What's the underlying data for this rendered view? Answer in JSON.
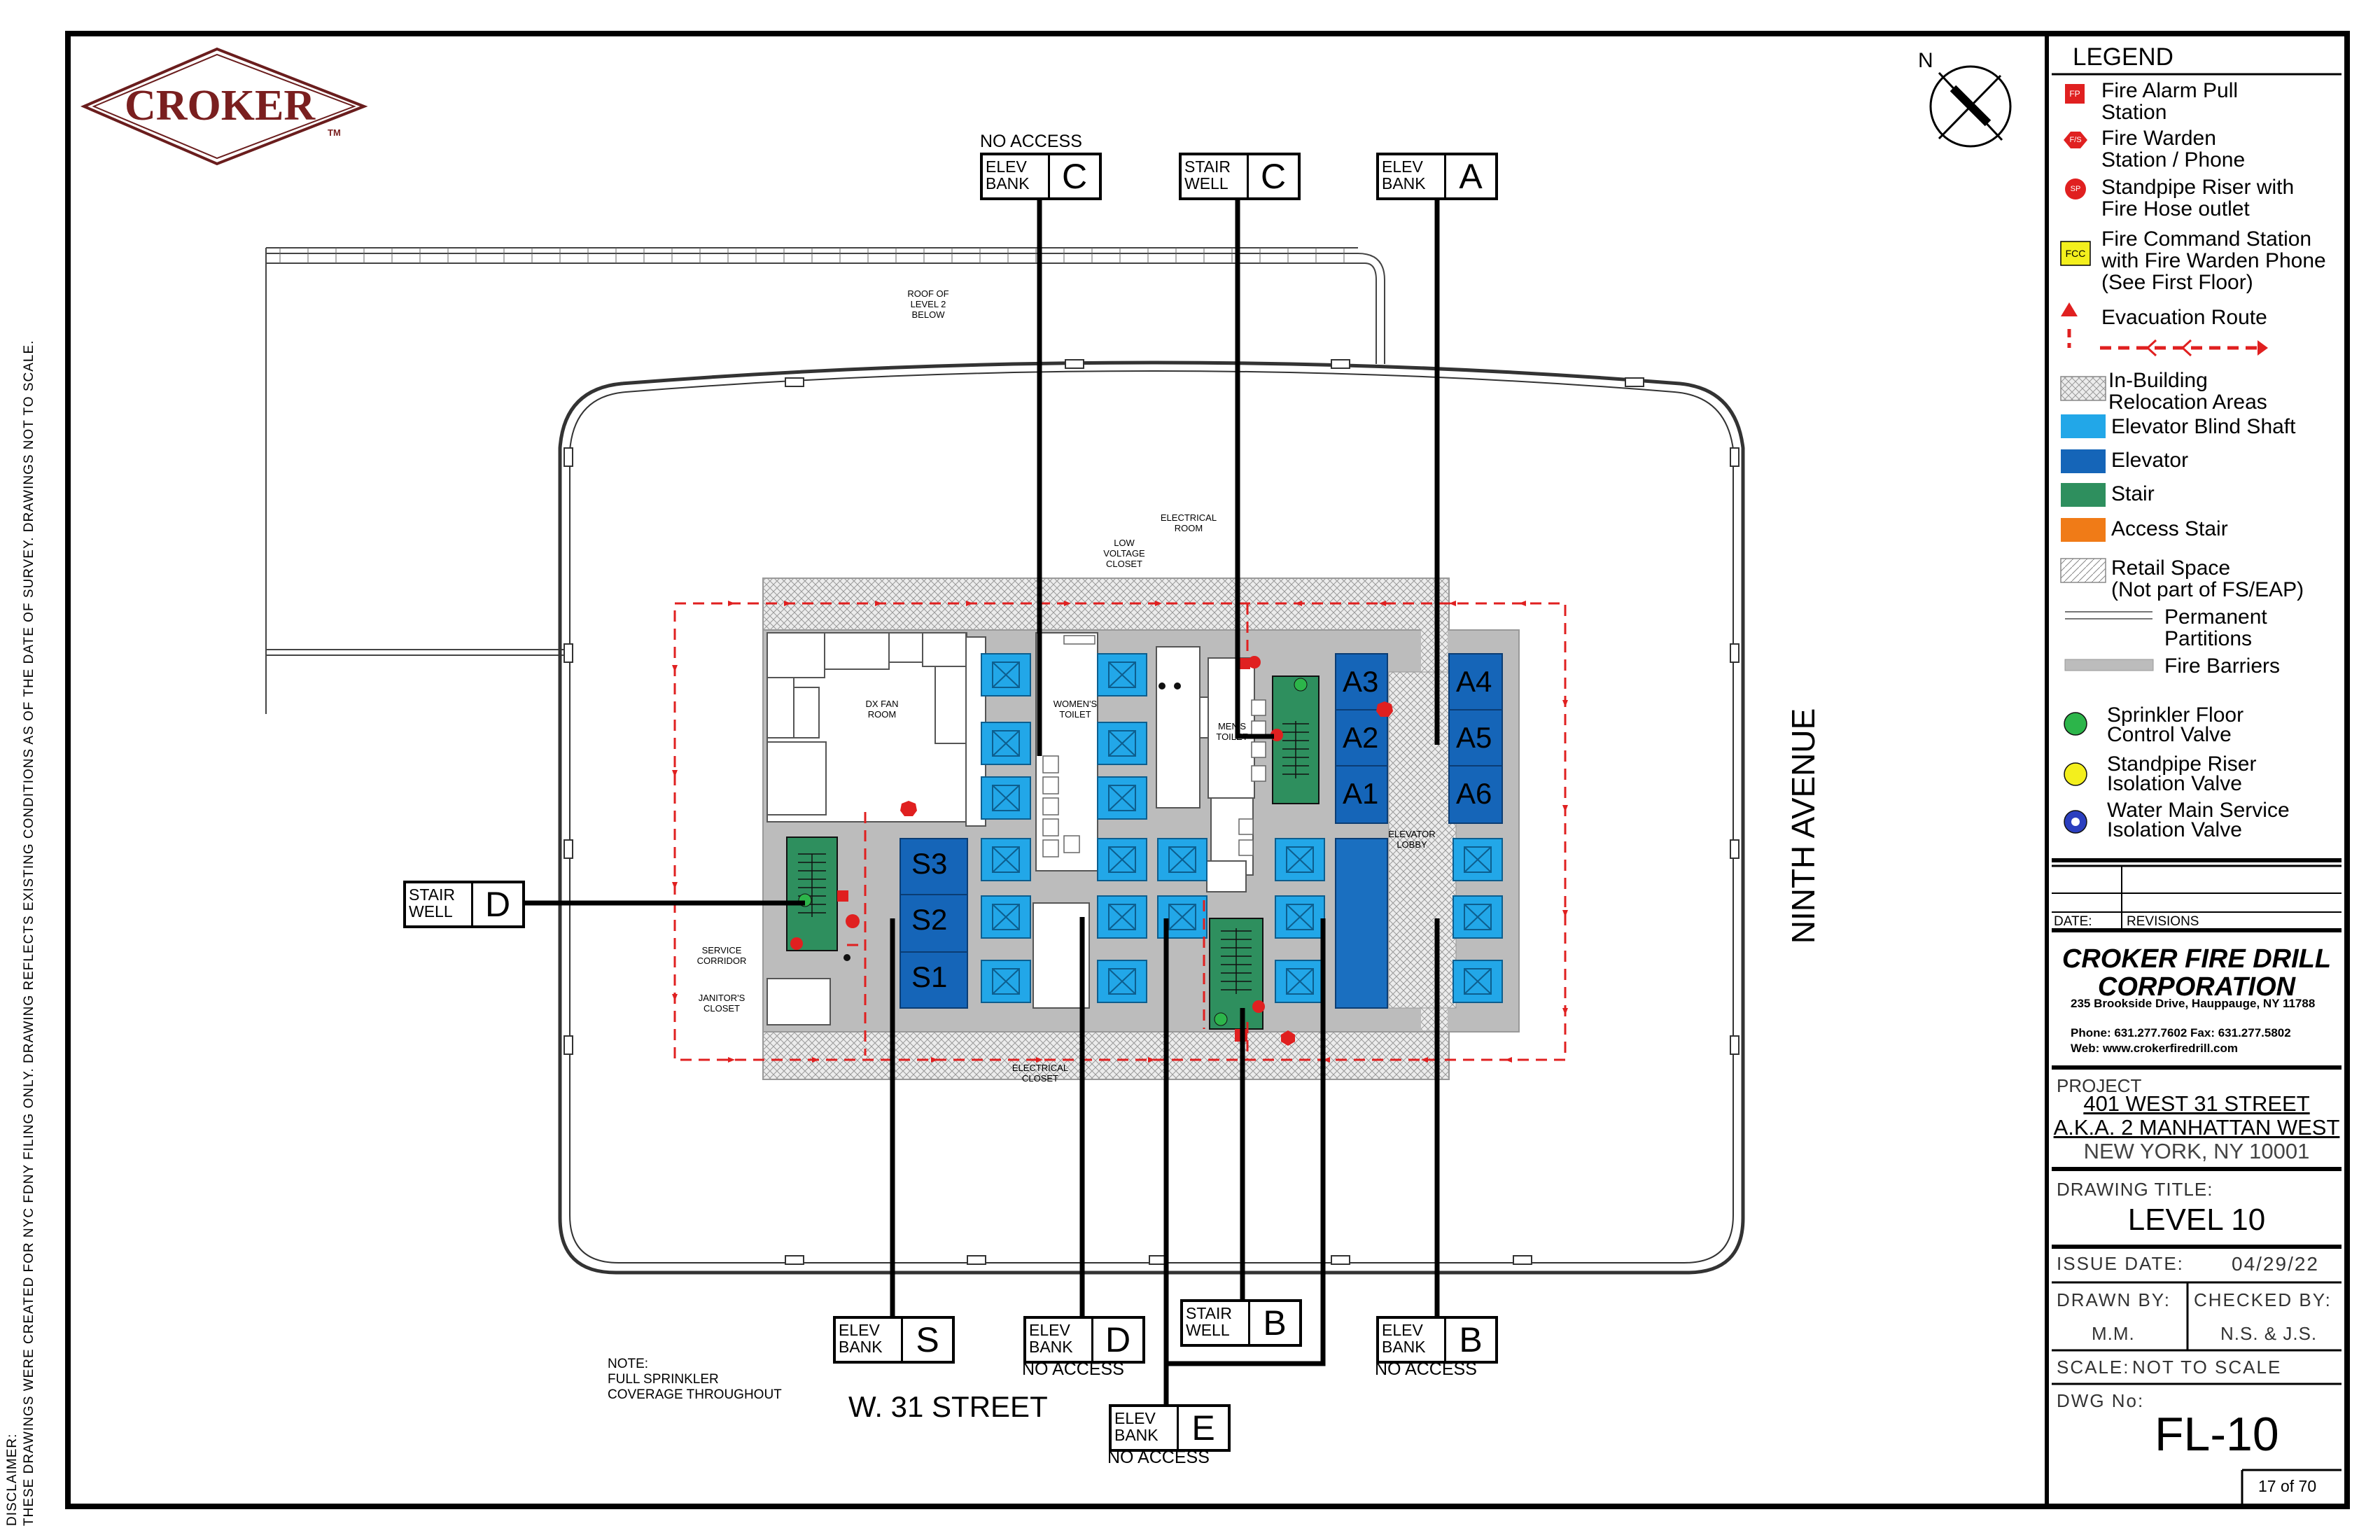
{
  "disclaimer": {
    "line1": "DISCLAIMER:",
    "line2": "THESE DRAWINGS WERE CREATED FOR NYC FDNY FILING ONLY. DRAWING REFLECTS EXISTING CONDITIONS AS OF THE DATE OF SURVEY. DRAWINGS NOT TO SCALE."
  },
  "logo": {
    "text": "CROKER",
    "tm": "TM"
  },
  "compass": {
    "label": "N"
  },
  "streets": {
    "south": "W. 31 STREET",
    "east": "NINTH AVENUE"
  },
  "note": {
    "line1": "NOTE:",
    "line2": "FULL SPRINKLER",
    "line3": "COVERAGE THROUGHOUT"
  },
  "plan_labels": {
    "roof_1": "ROOF OF",
    "roof_2": "LEVEL 2",
    "roof_3": "BELOW",
    "dx_1": "DX FAN",
    "dx_2": "ROOM",
    "womens_1": "WOMEN'S",
    "womens_2": "TOILET",
    "mens_1": "MEN'S",
    "mens_2": "TOILET",
    "elec_room_1": "ELECTRICAL",
    "elec_room_2": "ROOM",
    "lowv_1": "LOW",
    "lowv_2": "VOLTAGE",
    "lowv_3": "CLOSET",
    "svc_1": "SERVICE",
    "svc_2": "CORRIDOR",
    "jan_1": "JANITOR'S",
    "jan_2": "CLOSET",
    "elec_closet_1": "ELECTRICAL",
    "elec_closet_2": "CLOSET",
    "lobby_1": "ELEVATOR",
    "lobby_2": "LOBBY"
  },
  "units": {
    "s3": "S3",
    "s2": "S2",
    "s1": "S1",
    "a3": "A3",
    "a2": "A2",
    "a1": "A1",
    "a4": "A4",
    "a5": "A5",
    "a6": "A6"
  },
  "callouts": {
    "elev_c": {
      "l1": "ELEV",
      "l2": "BANK",
      "id": "C",
      "note": "NO ACCESS"
    },
    "stair_c": {
      "l1": "STAIR",
      "l2": "WELL",
      "id": "C"
    },
    "elev_a": {
      "l1": "ELEV",
      "l2": "BANK",
      "id": "A"
    },
    "stair_d": {
      "l1": "STAIR",
      "l2": "WELL",
      "id": "D"
    },
    "elev_s": {
      "l1": "ELEV",
      "l2": "BANK",
      "id": "S"
    },
    "elev_d": {
      "l1": "ELEV",
      "l2": "BANK",
      "id": "D",
      "note": "NO ACCESS"
    },
    "stair_b": {
      "l1": "STAIR",
      "l2": "WELL",
      "id": "B"
    },
    "elev_b": {
      "l1": "ELEV",
      "l2": "BANK",
      "id": "B",
      "note": "NO ACCESS"
    },
    "elev_e": {
      "l1": "ELEV",
      "l2": "BANK",
      "id": "E",
      "note": "NO ACCESS"
    }
  },
  "legend": {
    "title": "LEGEND",
    "items": [
      {
        "label_1": "Fire Alarm Pull",
        "label_2": "Station",
        "icon": "fire-alarm-pull-icon",
        "badge": "FP"
      },
      {
        "label_1": "Fire Warden",
        "label_2": "Station / Phone",
        "icon": "fire-warden-icon",
        "badge": "F/S"
      },
      {
        "label_1": "Standpipe Riser with",
        "label_2": "Fire Hose outlet",
        "icon": "standpipe-riser-icon",
        "badge": "SP"
      },
      {
        "label_1": "Fire Command Station",
        "label_2": "with Fire Warden Phone",
        "label_3": "(See First Floor)",
        "icon": "fire-command-station-icon",
        "badge": "FCC"
      },
      {
        "label_1": "Evacuation  Route",
        "icon": "evacuation-route-icon"
      },
      {
        "label_1": "In-Building",
        "label_2": "Relocation Areas",
        "icon": "relocation-area-swatch"
      },
      {
        "label_1": "Elevator Blind Shaft",
        "icon": "blind-shaft-swatch"
      },
      {
        "label_1": "Elevator",
        "icon": "elevator-swatch"
      },
      {
        "label_1": "Stair",
        "icon": "stair-swatch"
      },
      {
        "label_1": "Access Stair",
        "icon": "access-stair-swatch"
      },
      {
        "label_1": "Retail Space",
        "label_2": "(Not part of FS/EAP)",
        "icon": "retail-space-swatch"
      },
      {
        "label_1": "Permanent",
        "label_2": "Partitions",
        "icon": "partition-icon"
      },
      {
        "label_1": "Fire Barriers",
        "icon": "fire-barrier-icon"
      },
      {
        "label_1": "Sprinkler Floor",
        "label_2": "Control Valve",
        "icon": "sprinkler-valve-icon"
      },
      {
        "label_1": "Standpipe Riser",
        "label_2": "Isolation Valve",
        "icon": "standpipe-isolation-valve-icon"
      },
      {
        "label_1": "Water Main Service",
        "label_2": "Isolation Valve",
        "icon": "water-main-valve-icon"
      }
    ]
  },
  "title_block": {
    "date_label": "DATE:",
    "revisions_label": "REVISIONS",
    "company_1": "CROKER FIRE DRILL",
    "company_2": "CORPORATION",
    "address": "235 Brookside Drive, Hauppauge, NY 11788",
    "phone": "Phone: 631.277.7602  Fax: 631.277.5802",
    "web": "Web: www.crokerfiredrill.com",
    "project_label": "PROJECT",
    "project_1": "401 WEST 31 STREET",
    "project_2": "A.K.A. 2 MANHATTAN WEST",
    "project_3": "NEW YORK, NY 10001",
    "drawing_title_label": "DRAWING TITLE:",
    "drawing_title": "LEVEL 10",
    "issue_date_label": "ISSUE DATE:",
    "issue_date": "04/29/22",
    "drawn_by_label": "DRAWN BY:",
    "drawn_by": "M.M.",
    "checked_by_label": "CHECKED BY:",
    "checked_by": "N.S. & J.S.",
    "scale_label": "SCALE:",
    "scale": "NOT TO SCALE",
    "dwg_no_label": "DWG No:",
    "dwg_no": "FL-10",
    "sheet": "17 of 70"
  },
  "colors": {
    "elevator": "#1565b8",
    "blind_shaft": "#22a7e8",
    "stair": "#2e8f5e",
    "access_stair": "#f07b17",
    "fire_red": "#e02020",
    "fcc_yellow": "#f3ef1d",
    "barrier_gray": "#bcbcbc"
  }
}
